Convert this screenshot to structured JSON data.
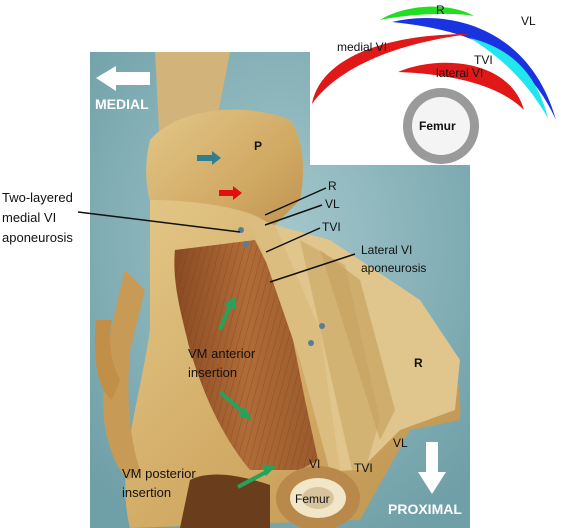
{
  "photo": {
    "direction_left": "MEDIAL",
    "direction_down": "PROXIMAL",
    "labels": {
      "p": "P",
      "two_layered_line1": "Two-layered",
      "two_layered_line2": "medial VI",
      "two_layered_line3": "aponeurosis",
      "r_upper": "R",
      "vl_upper": "VL",
      "tvi_upper": "TVI",
      "lateral_vi_line1": "Lateral VI",
      "lateral_vi_line2": "aponeurosis",
      "vm_anterior_line1": "VM anterior",
      "vm_anterior_line2": "insertion",
      "r_lower": "R",
      "vl_lower": "VL",
      "vi_lower": "VI",
      "tvi_lower": "TVI",
      "vm_posterior_line1": "VM posterior",
      "vm_posterior_line2": "insertion",
      "femur_lower": "Femur"
    }
  },
  "inset": {
    "labels": {
      "r": "R",
      "vl": "VL",
      "medial_vi": "medial VI",
      "tvi": "TVI",
      "lateral_vi": "lateral VI",
      "femur": "Femur"
    },
    "colors": {
      "r": "#22dd22",
      "vl": "#1a33e0",
      "medial_vi": "#e01818",
      "tvi": "#22e6ee",
      "lateral_vi": "#e01818"
    }
  },
  "colors": {
    "background_blue": "#8fb7bd",
    "tissue": "#d5b06a",
    "muscle": "#a4622f",
    "arrow_blue": "#2f7f8f",
    "arrow_red": "#e01010",
    "arrow_green": "#27a25c"
  }
}
